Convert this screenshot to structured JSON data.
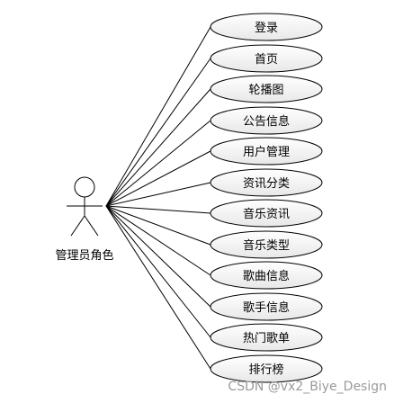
{
  "actor": {
    "label": "管理员角色"
  },
  "use_cases": [
    {
      "label": "登录"
    },
    {
      "label": "首页"
    },
    {
      "label": "轮播图"
    },
    {
      "label": "公告信息"
    },
    {
      "label": "用户管理"
    },
    {
      "label": "资讯分类"
    },
    {
      "label": "音乐资讯"
    },
    {
      "label": "音乐类型"
    },
    {
      "label": "歌曲信息"
    },
    {
      "label": "歌手信息"
    },
    {
      "label": "热门歌单"
    },
    {
      "label": "排行榜"
    }
  ],
  "watermark": {
    "text": "CSDN @vx2_Biye_Design"
  },
  "colors": {
    "line": "#000000",
    "ellipse_fill_top": "#ffffff",
    "ellipse_fill_bottom": "#e8e8e8",
    "ellipse_stroke": "#000000",
    "watermark": "#9a9a9a"
  }
}
